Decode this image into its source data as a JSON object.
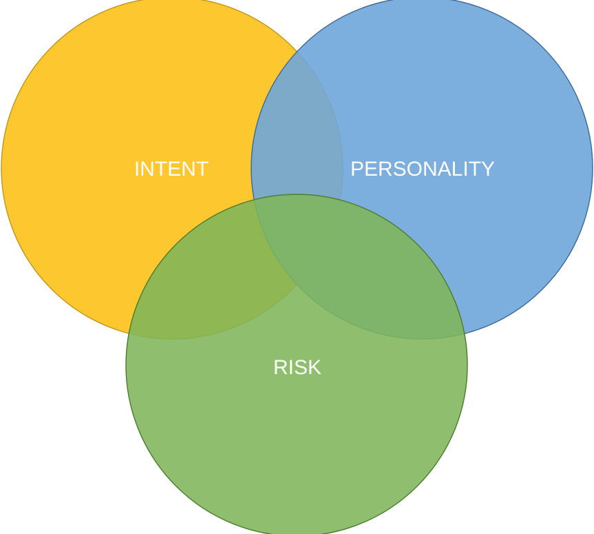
{
  "diagram": {
    "type": "venn",
    "sets": [
      {
        "id": "intent",
        "label": "INTENT",
        "fill": "#FDC72F",
        "stroke": "#C49A1C"
      },
      {
        "id": "personality",
        "label": "PERSONALITY",
        "fill": "#6FA6DA",
        "stroke": "#3F6E9E"
      },
      {
        "id": "risk",
        "label": "RISK",
        "fill": "#7FB65A",
        "stroke": "#4F7F31"
      }
    ]
  }
}
